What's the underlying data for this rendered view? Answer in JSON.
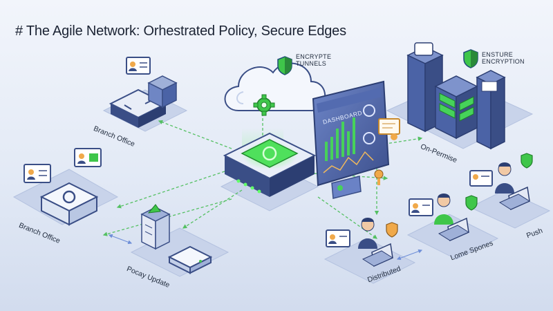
{
  "title": "# The Agile Network: Orhestrated Policy, Secure Edges",
  "colors": {
    "accent_green": "#3ec94a",
    "navy": "#3a4e86",
    "arrow": "#5cc46a",
    "arrow_blue": "#6f8fd8"
  },
  "labels": {
    "encrypt_tunnels_1": "ENCRYPTE",
    "encrypt_tunnels_2": "TUNNELS",
    "ensure_encryption_1": "ENSTURE",
    "ensure_encryption_2": "ENCRYPTION",
    "dashboard": "DASHBOARD",
    "branch_office_top": "Branch Office",
    "branch_office_left": "Branch Office",
    "policy_update": "Pocay Update",
    "on_premise": "On-Permise",
    "distributed": "Distributed",
    "home_spones": "Lome Spones",
    "push": "Push"
  },
  "icons": [
    "cloud-icon",
    "gear-icon",
    "shield-icon",
    "server-rack-icon",
    "router-icon",
    "laptop-user-icon",
    "id-card-icon",
    "certificate-icon"
  ]
}
